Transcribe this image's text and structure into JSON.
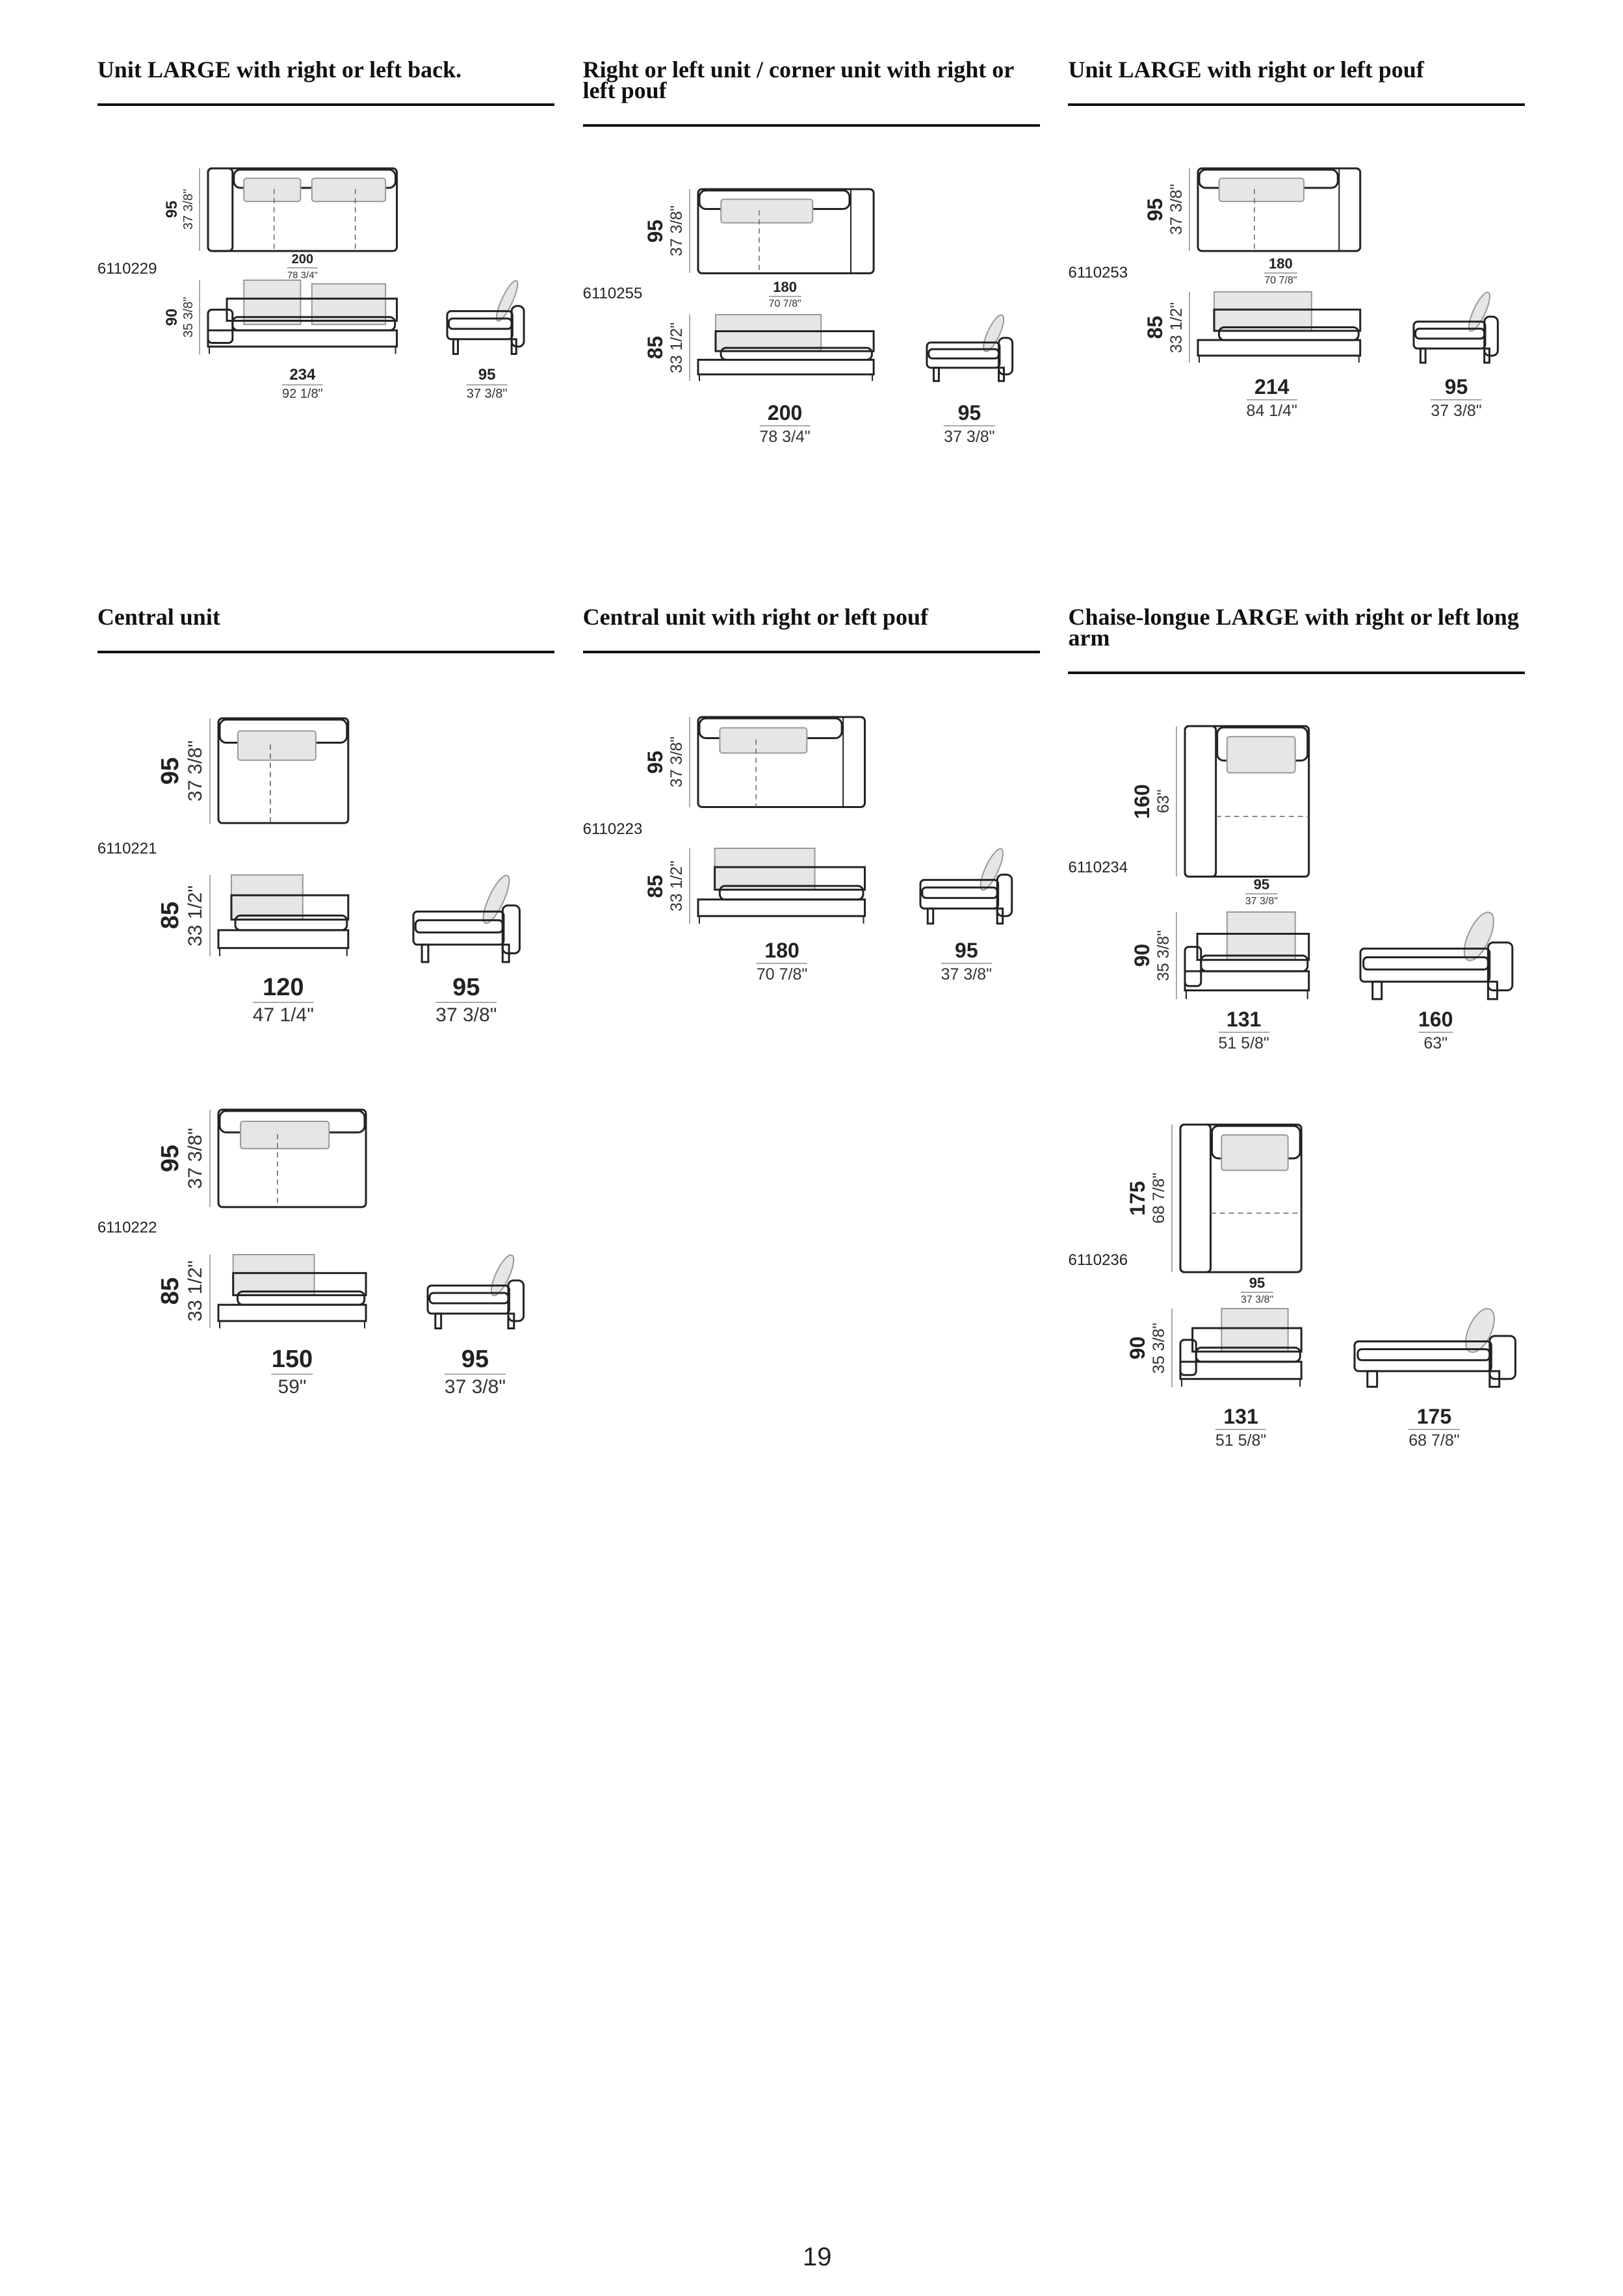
{
  "sections": [
    {
      "title": "Unit LARGE with right or left back.",
      "products": [
        {
          "code": "6110229",
          "depth": {
            "cm": "95",
            "in": "37 3/8\""
          },
          "top_width": {
            "cm": "200",
            "in": "78 3/4\""
          },
          "height": {
            "cm": "90",
            "in": "35 3/8\""
          },
          "width": {
            "cm": "234",
            "in": "92 1/8\""
          },
          "side": {
            "cm": "95",
            "in": "37 3/8\""
          }
        }
      ]
    },
    {
      "title": "Right or left unit / corner unit with right or left pouf",
      "products": [
        {
          "code": "6110255",
          "depth": {
            "cm": "95",
            "in": "37 3/8\""
          },
          "top_width": {
            "cm": "180",
            "in": "70 7/8\""
          },
          "height": {
            "cm": "85",
            "in": "33 1/2\""
          },
          "width": {
            "cm": "200",
            "in": "78 3/4\""
          },
          "side": {
            "cm": "95",
            "in": "37 3/8\""
          }
        }
      ]
    },
    {
      "title": "Unit LARGE with right or left pouf",
      "products": [
        {
          "code": "6110253",
          "depth": {
            "cm": "95",
            "in": "37 3/8\""
          },
          "top_width": {
            "cm": "180",
            "in": "70 7/8\""
          },
          "height": {
            "cm": "85",
            "in": "33 1/2\""
          },
          "width": {
            "cm": "214",
            "in": "84 1/4\""
          },
          "side": {
            "cm": "95",
            "in": "37 3/8\""
          }
        }
      ]
    },
    {
      "title": "Central unit",
      "products": [
        {
          "code": "6110221",
          "depth": {
            "cm": "95",
            "in": "37 3/8\""
          },
          "height": {
            "cm": "85",
            "in": "33 1/2\""
          },
          "width": {
            "cm": "120",
            "in": "47 1/4\""
          },
          "side": {
            "cm": "95",
            "in": "37 3/8\""
          }
        },
        {
          "code": "6110222",
          "depth": {
            "cm": "95",
            "in": "37 3/8\""
          },
          "height": {
            "cm": "85",
            "in": "33 1/2\""
          },
          "width": {
            "cm": "150",
            "in": "59\""
          },
          "side": {
            "cm": "95",
            "in": "37 3/8\""
          }
        }
      ]
    },
    {
      "title": "Central unit with right or left pouf",
      "products": [
        {
          "code": "6110223",
          "depth": {
            "cm": "95",
            "in": "37 3/8\""
          },
          "height": {
            "cm": "85",
            "in": "33 1/2\""
          },
          "width": {
            "cm": "180",
            "in": "70 7/8\""
          },
          "side": {
            "cm": "95",
            "in": "37 3/8\""
          }
        }
      ]
    },
    {
      "title": "Chaise-longue LARGE with right or left long arm",
      "products": [
        {
          "code": "6110234",
          "depth": {
            "cm": "160",
            "in": "63\""
          },
          "top_width": {
            "cm": "95",
            "in": "37 3/8\""
          },
          "height": {
            "cm": "90",
            "in": "35 3/8\""
          },
          "width": {
            "cm": "131",
            "in": "51 5/8\""
          },
          "side": {
            "cm": "160",
            "in": "63\""
          }
        },
        {
          "code": "6110236",
          "depth": {
            "cm": "175",
            "in": "68 7/8\""
          },
          "top_width": {
            "cm": "95",
            "in": "37 3/8\""
          },
          "height": {
            "cm": "90",
            "in": "35 3/8\""
          },
          "width": {
            "cm": "131",
            "in": "51 5/8\""
          },
          "side": {
            "cm": "175",
            "in": "68 7/8\""
          }
        }
      ]
    }
  ],
  "page_number": "19"
}
